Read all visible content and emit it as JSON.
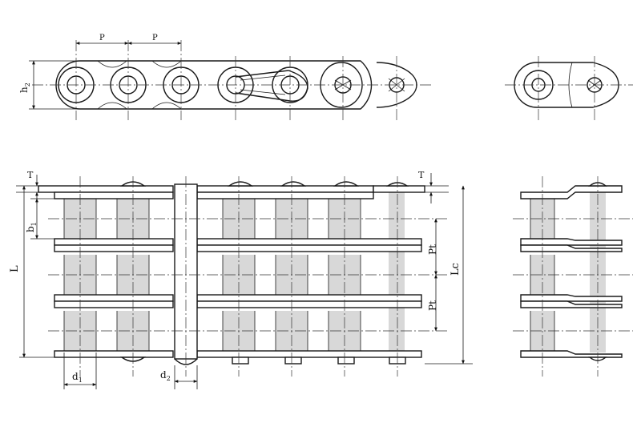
{
  "diagram": {
    "labels": {
      "pitch_top_left": "P",
      "pitch_top_right": "P",
      "h2": "h",
      "h2_sub": "2",
      "T_left": "T",
      "T_right": "T",
      "b1": "b",
      "b1_sub": "1",
      "L": "L",
      "Pt_upper": "Pt",
      "Pt_lower": "Pt",
      "Lc": "Lc",
      "d1": "d",
      "d1_sub": "1",
      "d2": "d",
      "d2_sub": "2"
    }
  }
}
